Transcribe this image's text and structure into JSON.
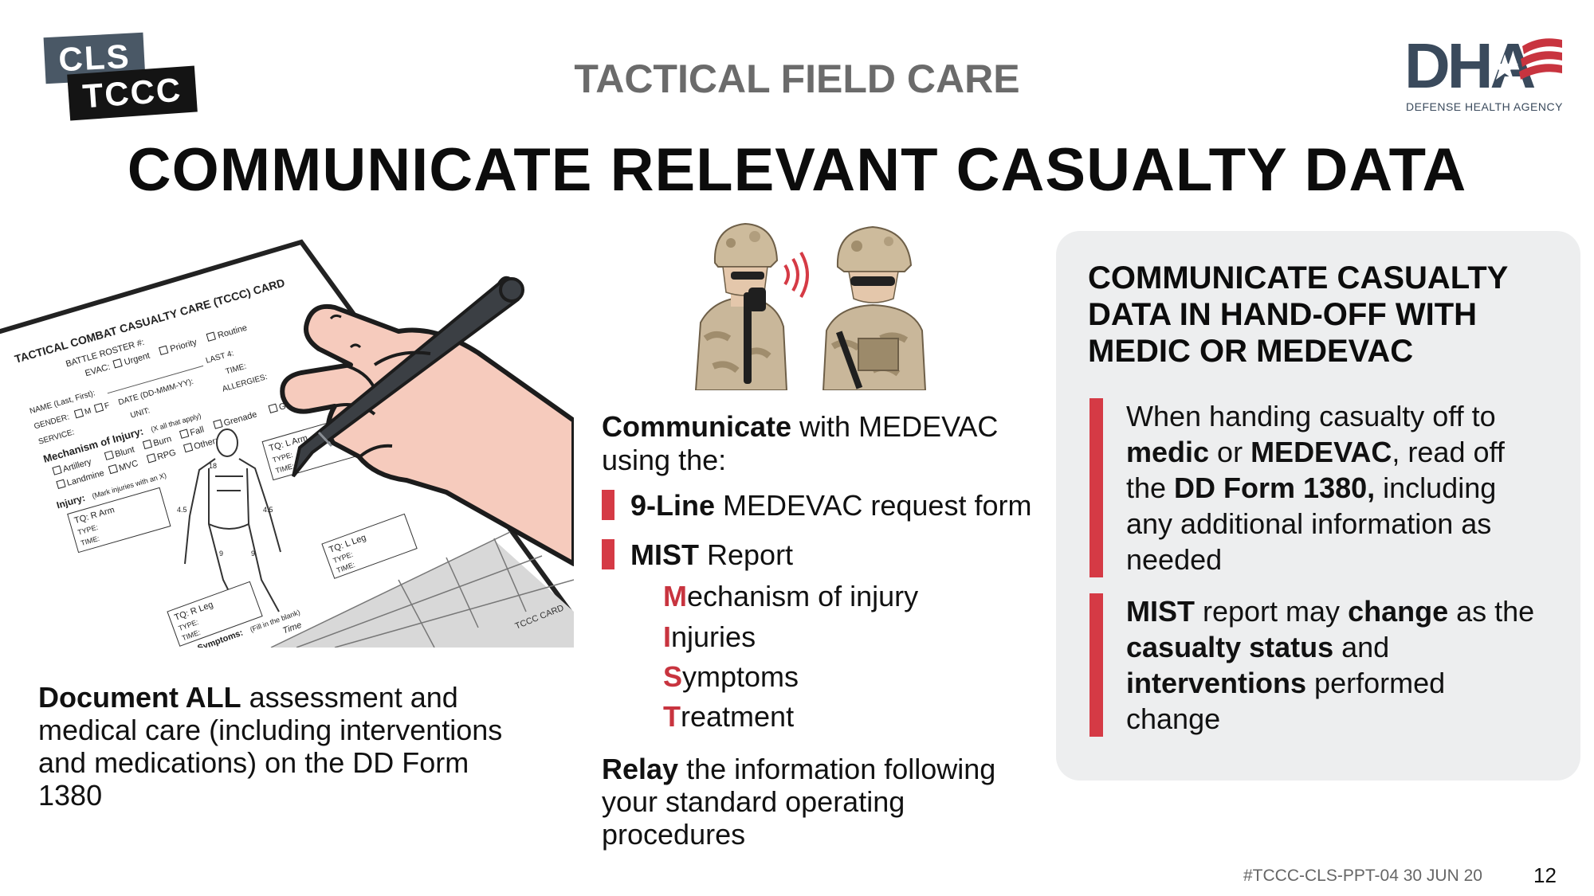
{
  "logo_left": {
    "line1": "CLS",
    "line2": "TCCC"
  },
  "logo_right": {
    "mark": "DHA",
    "subtitle": "DEFENSE HEALTH AGENCY"
  },
  "header": {
    "kicker": "TACTICAL FIELD CARE",
    "title": "COMMUNICATE RELEVANT CASUALTY DATA"
  },
  "card_labels": {
    "heading": "TACTICAL COMBAT CASUALTY CARE (TCCC) CARD",
    "battle_roster": "BATTLE ROSTER #:",
    "evac": "EVAC:",
    "urgent": "Urgent",
    "priority": "Priority",
    "routine": "Routine",
    "name": "NAME (Last, First):",
    "last4": "LAST 4:",
    "gender": "GENDER:",
    "m": "M",
    "f": "F",
    "date": "DATE (DD-MMM-YY):",
    "time": "TIME:",
    "service": "SERVICE:",
    "unit": "UNIT:",
    "allergies": "ALLERGIES:",
    "mechanism": "Mechanism of Injury:",
    "all_that_apply": "(X all that apply)",
    "artillery": "Artillery",
    "blunt": "Blunt",
    "burn": "Burn",
    "fall": "Fall",
    "grenade": "Grenade",
    "gsw": "GSW",
    "landmine": "Landmine",
    "mvc": "MVC",
    "rpg": "RPG",
    "other": "Other:",
    "injury": "Injury:",
    "mark_injuries": "(Mark injuries with an X)",
    "tq_r_arm": "TQ: R Arm",
    "tq_l_arm": "TQ: L Arm",
    "tq_r_leg": "TQ: R Leg",
    "tq_l_leg": "TQ: L Leg",
    "type": "TYPE:",
    "symptoms": "Symptoms:",
    "fill_blank": "(Fill in the blank)",
    "time_col": "Time",
    "footer": "TCCC CARD"
  },
  "left": {
    "document_strong": "Document ALL",
    "document_rest": " assessment and medical care (including interventions and medications) on the DD Form 1380"
  },
  "middle": {
    "intro_strong": "Communicate",
    "intro_rest": " with MEDEVAC using the:",
    "nine_line_strong": "9-Line",
    "nine_line_rest": " MEDEVAC request form",
    "mist_strong": "MIST",
    "mist_rest": " Report",
    "mist": [
      {
        "cap": "M",
        "rest": "echanism of injury"
      },
      {
        "cap": "I",
        "rest": "njuries"
      },
      {
        "cap": "S",
        "rest": "ymptoms"
      },
      {
        "cap": "T",
        "rest": "reatment"
      }
    ],
    "relay_strong": "Relay",
    "relay_rest": " the information following your standard operating procedures"
  },
  "panel": {
    "title": "COMMUNICATE CASUALTY DATA IN HAND-OFF WITH MEDIC OR MEDEVAC",
    "item1": {
      "t1": "When handing casualty off to ",
      "b1": "medic",
      "t2": " or ",
      "b2": "MEDEVAC",
      "t3": ", read off the ",
      "b3": "DD Form 1380,",
      "t4": " including any additional information as needed"
    },
    "item2": {
      "b1": "MIST",
      "t1": " report may ",
      "b2": "change",
      "t2": " as the ",
      "b3": "casualty status",
      "t3": " and ",
      "b4": "interventions",
      "t4": " performed change"
    }
  },
  "footer": {
    "code": "#TCCC-CLS-PPT-04 30 JUN 20",
    "page": "12"
  },
  "colors": {
    "accent_red": "#d53a45",
    "panel_bg": "#edeeef",
    "kicker_gray": "#6b6b6b",
    "dha_navy": "#3a4a5c"
  },
  "icons": [
    "tccc-card-illustration",
    "hand-with-pen-icon",
    "soldiers-radio-icon",
    "radio-waves-icon"
  ]
}
